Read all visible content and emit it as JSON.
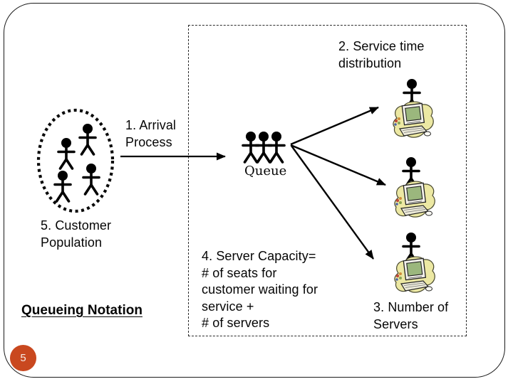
{
  "slide": {
    "page_number": "5",
    "colors": {
      "accent": "#C9481F",
      "screen_green": "#9BB77D",
      "blob_yellow": "#ECE8A3",
      "line_black": "#000000"
    }
  },
  "labels": {
    "arrival_process": "1. Arrival\nProcess",
    "service_time": "2. Service time\ndistribution",
    "number_of_servers": "3. Number of\nServers",
    "server_capacity": "4. Server Capacity=\n# of seats for\ncustomer waiting for\nservice +\n# of servers",
    "customer_population": "5. Customer\nPopulation",
    "queue": "Queue",
    "title": "Queueing Notation"
  }
}
